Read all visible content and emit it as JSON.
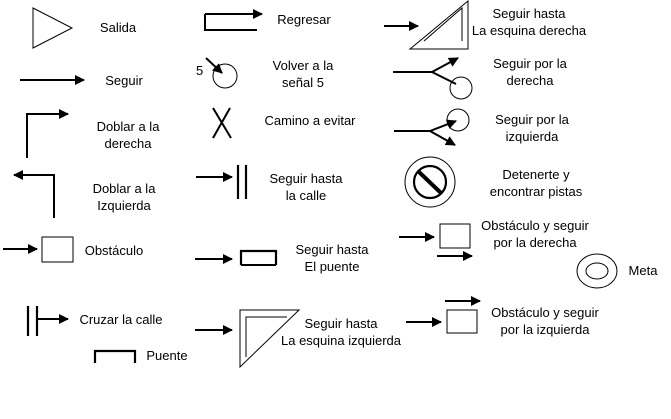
{
  "symbols": {
    "salida": {
      "label": [
        "Salida"
      ],
      "icon": "triangle-icon"
    },
    "regresar": {
      "label": [
        "Regresar"
      ],
      "icon": "return-arrow-icon"
    },
    "seguir_esquina_derecha": {
      "label": [
        "Seguir hasta",
        "La esquina derecha"
      ],
      "icon": "right-corner-icon"
    },
    "seguir": {
      "label": [
        "Seguir"
      ],
      "icon": "arrow-right-icon"
    },
    "volver_senal_5": {
      "label": [
        "Volver a la",
        "señal 5"
      ],
      "icon": "return-to-sign-icon",
      "number": "5"
    },
    "seguir_por_derecha": {
      "label": [
        "Seguir por la",
        "derecha"
      ],
      "icon": "fork-right-icon"
    },
    "doblar_derecha": {
      "label": [
        "Doblar a la",
        "derecha"
      ],
      "icon": "turn-right-icon"
    },
    "camino_evitar": {
      "label": [
        "Camino a evitar"
      ],
      "icon": "cross-icon"
    },
    "seguir_por_izquierda": {
      "label": [
        "Seguir por la",
        "izquierda"
      ],
      "icon": "fork-left-icon"
    },
    "doblar_izquierda": {
      "label": [
        "Doblar a la",
        "Izquierda"
      ],
      "icon": "turn-left-icon"
    },
    "seguir_calle": {
      "label": [
        "Seguir hasta",
        "la calle"
      ],
      "icon": "follow-to-street-icon"
    },
    "detenerse": {
      "label": [
        "Detenerte y",
        "encontrar pistas"
      ],
      "icon": "stop-circle-icon"
    },
    "obstaculo": {
      "label": [
        "Obstáculo"
      ],
      "icon": "obstacle-icon"
    },
    "seguir_puente": {
      "label": [
        "Seguir hasta",
        "El puente"
      ],
      "icon": "follow-to-bridge-icon"
    },
    "obstaculo_derecha": {
      "label": [
        "Obstáculo y seguir",
        "por la derecha"
      ],
      "icon": "obstacle-right-icon"
    },
    "meta": {
      "label": [
        "Meta"
      ],
      "icon": "target-icon"
    },
    "cruzar_calle": {
      "label": [
        "Cruzar la calle"
      ],
      "icon": "cross-street-icon"
    },
    "seguir_esquina_izquierda": {
      "label": [
        "Seguir hasta",
        "La esquina izquierda"
      ],
      "icon": "left-corner-icon"
    },
    "obstaculo_izquierda": {
      "label": [
        "Obstáculo y seguir",
        "por la izquierda"
      ],
      "icon": "obstacle-left-icon"
    },
    "puente": {
      "label": [
        "Puente"
      ],
      "icon": "bridge-icon"
    }
  }
}
